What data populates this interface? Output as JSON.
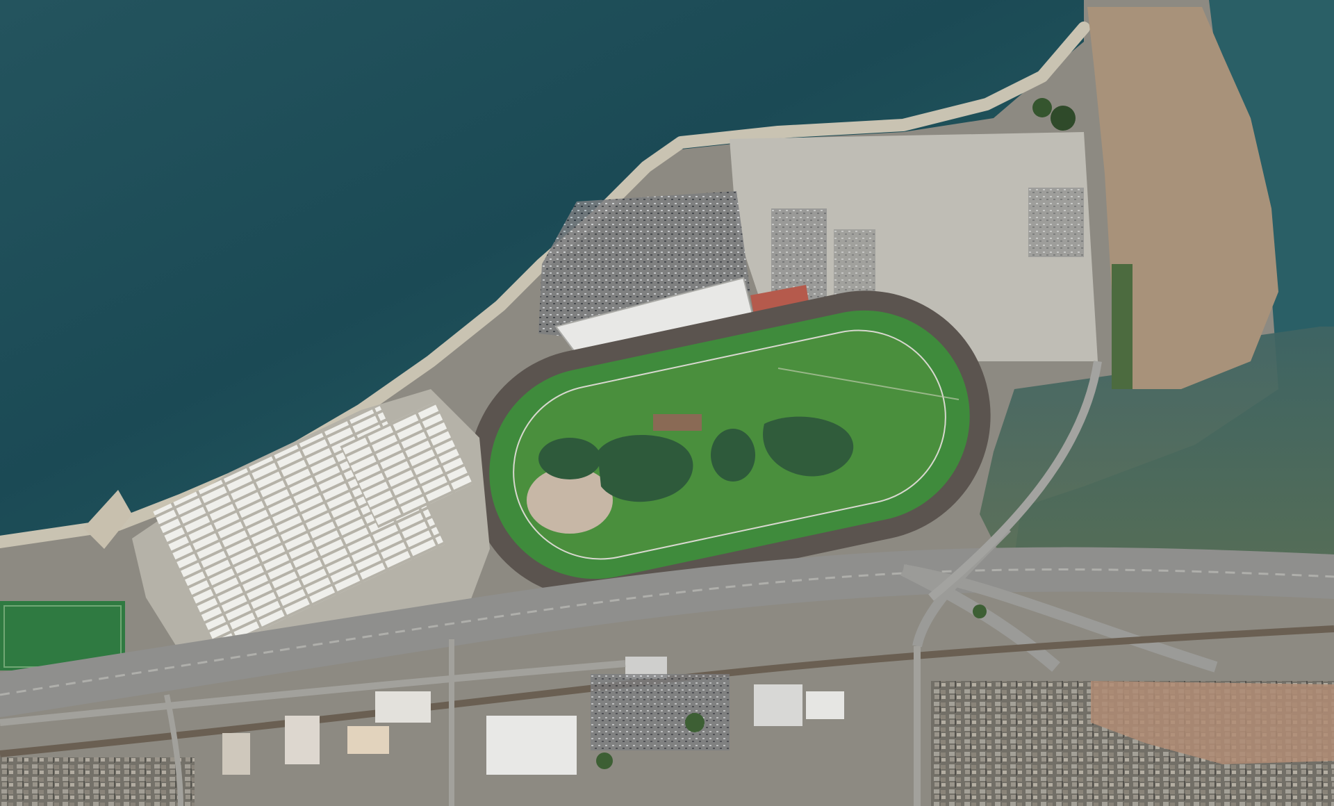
{
  "map": {
    "kind": "satellite-aerial",
    "features": [
      "bay-water",
      "shoreline-seawall",
      "north-parking-lot",
      "south-parking-lot",
      "grandstand",
      "racetrack-dirt-oval",
      "infield-turf",
      "infield-ponds",
      "stable-barns",
      "east-peninsula-field",
      "marsh-wetland",
      "freeway",
      "interchange-ramps",
      "rail-line",
      "commercial-buildings",
      "residential-blocks",
      "sports-field"
    ]
  },
  "colors": {
    "water_deep": "#1b4a55",
    "water_shallow": "#2f6b6c",
    "marsh": "#4f6a55",
    "parking": "#b9b8b2",
    "track_dirt": "#5b544f",
    "turf": "#3f8b3c",
    "infield_grass": "#4a8f3d",
    "pond": "#2e5a3b",
    "field_tan": "#a8927a",
    "road": "#8f8f8d",
    "building_white": "#e8e8e6"
  }
}
